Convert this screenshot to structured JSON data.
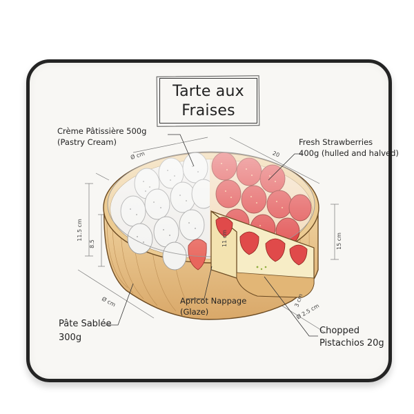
{
  "title": {
    "line1": "Tarte aux",
    "line2": "Fraises"
  },
  "labels": {
    "pastry_cream_1": "Crème Pâtissière 500g",
    "pastry_cream_2": "(Pastry Cream)",
    "strawberries_1": "Fresh Strawberries",
    "strawberries_2": "400g (hulled and halved)",
    "nappage_1": "Apricot Nappage",
    "nappage_2": "(Glaze)",
    "sablee_1": "Pâte Sablée",
    "sablee_2": "300g",
    "pistachios_1": "Chopped",
    "pistachios_2": "Pistachios 20g"
  },
  "dimensions": {
    "top_diameter": "Ø cm",
    "top_width": "20",
    "height_outer": "11.5 cm",
    "height_inner": "8.5",
    "slice_height": "11 cm",
    "right_height": "15 cm",
    "crust": "3 cm",
    "base_diameter": "Ø 2.5 cm",
    "bottom_diameter": "Ø cm"
  },
  "colors": {
    "mat_border": "#242424",
    "strawberry": "#e04a4a",
    "crust": "#e7c28c",
    "cream": "#f6ecc6"
  }
}
